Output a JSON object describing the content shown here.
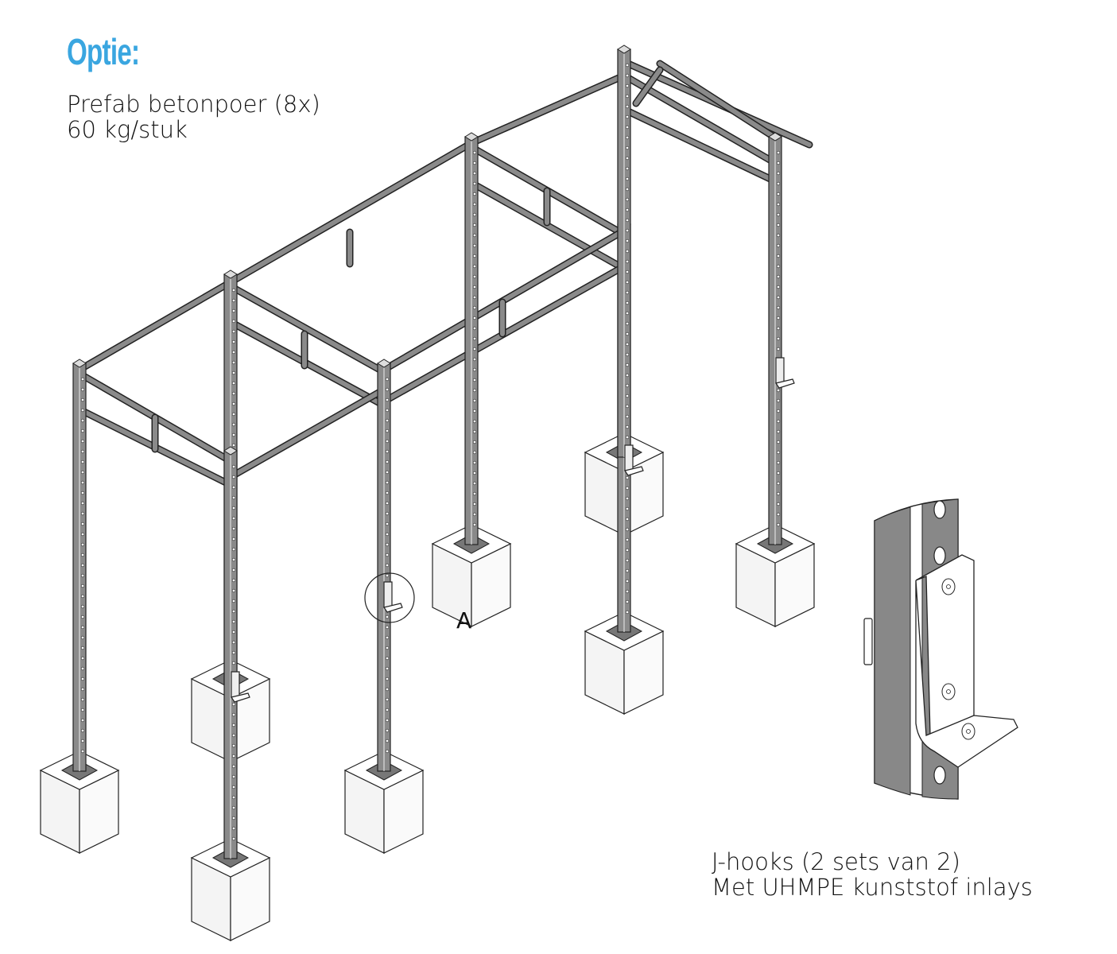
{
  "header": {
    "title": "Optie:"
  },
  "option_note": {
    "line1": "Prefab betonpoer (8x)",
    "line2": "60 kg/stuk"
  },
  "detail_label": "A",
  "jhook_note": {
    "line1": "J-hooks (2 sets van 2)",
    "line2": "Met UHMPE kunststof inlays"
  },
  "colors": {
    "accent": "#3aa6e0",
    "steel": "#8a8a8a",
    "outline": "#222222"
  }
}
